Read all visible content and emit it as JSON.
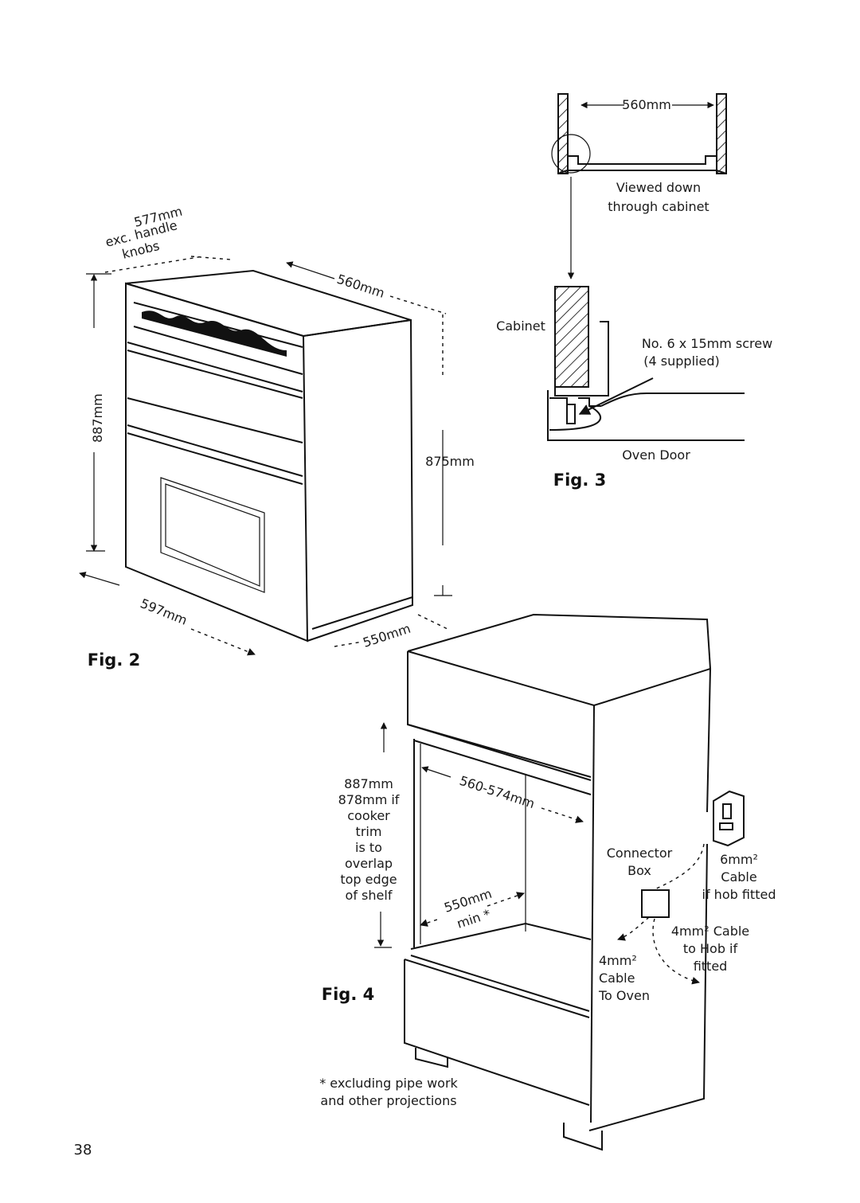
{
  "page_number": "38",
  "fig2": {
    "caption": "Fig. 2",
    "dim_577": [
      "577mm",
      "exc. handle",
      "knobs"
    ],
    "dim_560": "560mm",
    "dim_887": "887mm",
    "dim_875": "875mm",
    "dim_597": "597mm",
    "dim_550": "550mm"
  },
  "fig3": {
    "caption": "Fig. 3",
    "dim_560": "560mm",
    "viewed_down": [
      "Viewed down",
      "through cabinet"
    ],
    "cabinet": "Cabinet",
    "screw": [
      "No. 6 x 15mm screw",
      "(4 supplied)"
    ],
    "oven_door": "Oven Door"
  },
  "fig4": {
    "caption": "Fig. 4",
    "height_note": [
      "887mm",
      "878mm if",
      "cooker",
      "trim",
      "is to",
      "overlap",
      "top edge",
      "of shelf"
    ],
    "width": "560-574mm",
    "depth": [
      "550mm",
      "min *"
    ],
    "connector_box": [
      "Connector",
      "Box"
    ],
    "cable_6mm": [
      "6mm²",
      "Cable",
      "if hob fitted"
    ],
    "cable_4mm_hob": [
      "4mm² Cable",
      "to Hob if",
      "fitted"
    ],
    "cable_4mm_oven": [
      "4mm²",
      "Cable",
      "To Oven"
    ],
    "footnote": [
      "* excluding pipe work",
      "and other projections"
    ]
  }
}
